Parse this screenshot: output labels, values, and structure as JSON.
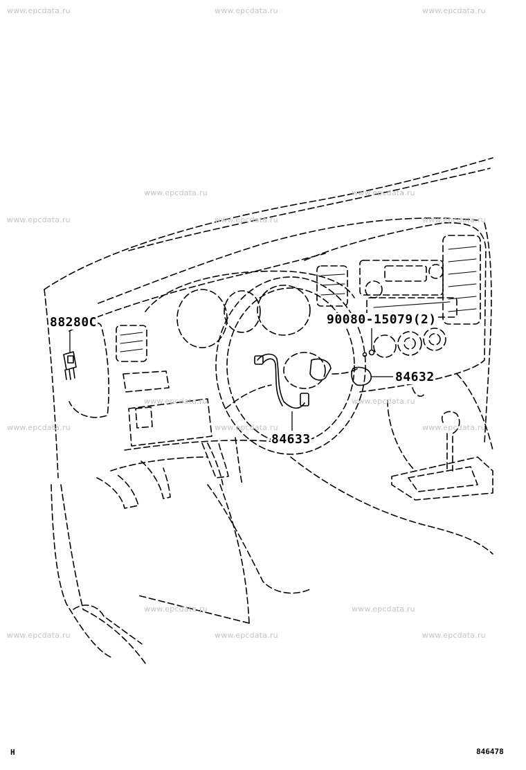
{
  "watermark": "www.epcdata.ru",
  "parts": {
    "switch_assy": "88280C",
    "screw": "90080-15079(2)",
    "wheel_pad_lower": "84632",
    "spiral_cable": "84633"
  },
  "corner_left": "H",
  "figure_number": "846478"
}
